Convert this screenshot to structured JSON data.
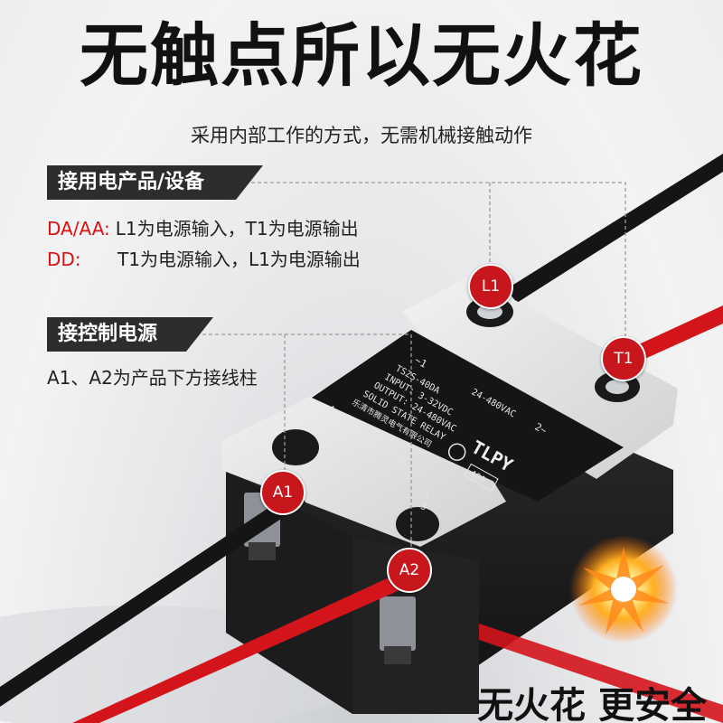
{
  "headline": "无触点所以无火花",
  "subtitle": "采用内部工作的方式，无需机械接触动作",
  "device_tag": "接用电产品/设备",
  "modes": [
    {
      "key": "DA/AA:",
      "text": "L1为电源输入，T1为电源输出"
    },
    {
      "key": "DD:",
      "text": "T1为电源输入，L1为电源输出"
    }
  ],
  "control_tag": "接控制电源",
  "control_desc": "A1、A2为产品下方接线柱",
  "markers": {
    "l1": "L1",
    "t1": "T1",
    "a1": "A1",
    "a2": "A2"
  },
  "relay": {
    "model": "TSZS-40DA",
    "input": "INPUT: 3-32VDC",
    "output": "OUTPUT: 24-480VAC",
    "type": "SOLID STATE RELAY",
    "maker": "乐清市腾灵电气有限公司",
    "brand": "TLPY",
    "load_range": "24-480VAC",
    "control_range": "3-32VDC",
    "rating": "40A",
    "pin1": "~1",
    "pin2": "2~",
    "pin3": "3",
    "pin4": "4",
    "plus": "+",
    "minus": "-"
  },
  "bottom_slogan": "无火花 更安全",
  "colors": {
    "accent_red": "#c8161d",
    "tag_bg": "#2d2d2d",
    "wire_red": "#d4141b",
    "wire_black": "#151515"
  }
}
